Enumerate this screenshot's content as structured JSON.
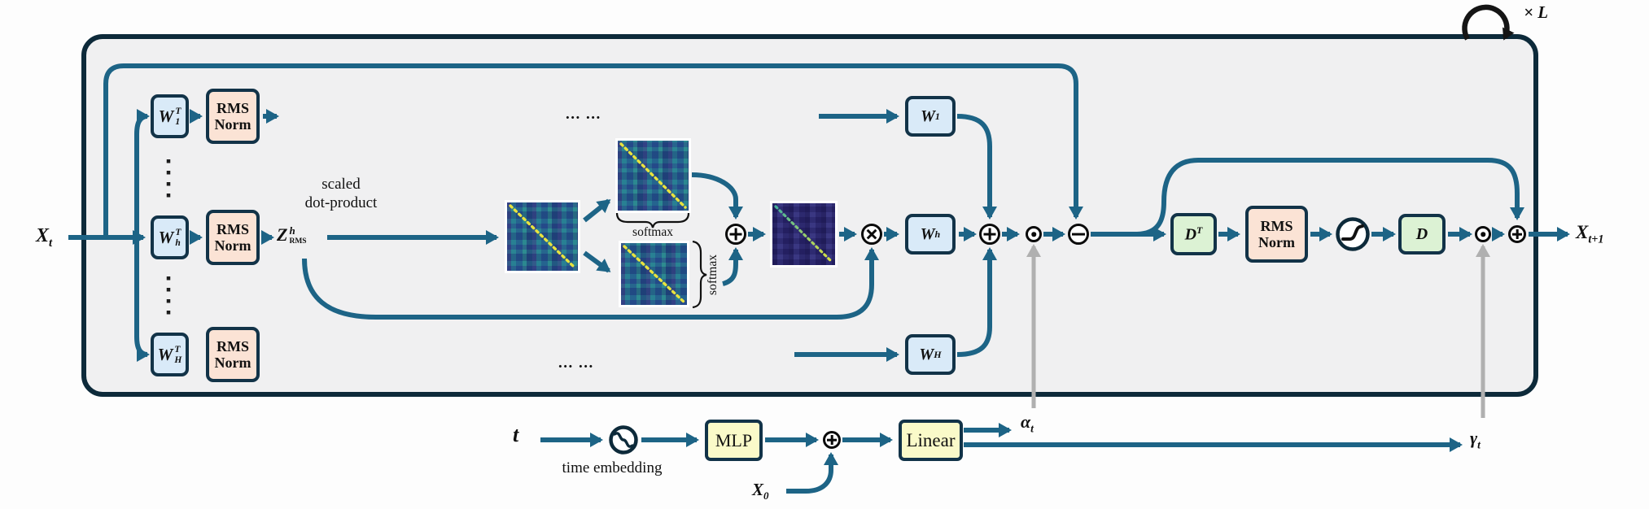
{
  "block": {
    "loop_label": "× L",
    "input_base": "X",
    "input_sub": "t",
    "output_base": "X",
    "output_sub": "t+1",
    "rows": [
      {
        "w_in_base": "W",
        "w_in_sup": "T",
        "w_in_sub": "1",
        "norm_l1": "RMS",
        "norm_l2": "Norm",
        "w_out_base": "W",
        "w_out_sub": "1"
      },
      {
        "w_in_base": "W",
        "w_in_sup": "T",
        "w_in_sub": "h",
        "norm_l1": "RMS",
        "norm_l2": "Norm",
        "w_out_base": "W",
        "w_out_sub": "h"
      },
      {
        "w_in_base": "W",
        "w_in_sup": "T",
        "w_in_sub": "H",
        "norm_l1": "RMS",
        "norm_l2": "Norm",
        "w_out_base": "W",
        "w_out_sub": "H"
      }
    ],
    "z_base": "Z",
    "z_sup": "h",
    "z_sub": "RMS",
    "scaled_line1": "scaled",
    "scaled_line2": "dot-product",
    "softmax_top": "softmax",
    "softmax_side": "softmax",
    "ellipsis_top": "... ...",
    "ellipsis_bottom": "... ...",
    "ffn_dt_base": "D",
    "ffn_dt_sup": "T",
    "ffn_norm_l1": "RMS",
    "ffn_norm_l2": "Norm",
    "ffn_d": "D"
  },
  "conditioning": {
    "t_label": "t",
    "time_embedding_label": "time embedding",
    "mlp_label": "MLP",
    "x0_base": "X",
    "x0_sub": "0",
    "linear_label": "Linear",
    "alpha_base": "α",
    "alpha_sub": "t",
    "gamma_base": "γ",
    "gamma_sub": "t"
  },
  "operators": {
    "add": "⊕",
    "subtract": "⊖",
    "hadamard_product": "⊙",
    "matrix_product": "⊗"
  },
  "colors": {
    "arrow_teal": "#1d6486",
    "gray_arrow": "#b0b0b0",
    "block_border": "#0d2a3a",
    "block_fill": "#f0f0f1",
    "proj_box_fill": "#d9eaf8",
    "norm_box_fill": "#fbe3d5",
    "mlp_box_fill": "#fafac9",
    "ffn_box_fill": "#dcf2d4",
    "matrix_fill": "#2c7a90",
    "matrix_dark_fill": "#34306e",
    "matrix_diag": "#e8e33e",
    "op_color": "#0a0a0a"
  }
}
